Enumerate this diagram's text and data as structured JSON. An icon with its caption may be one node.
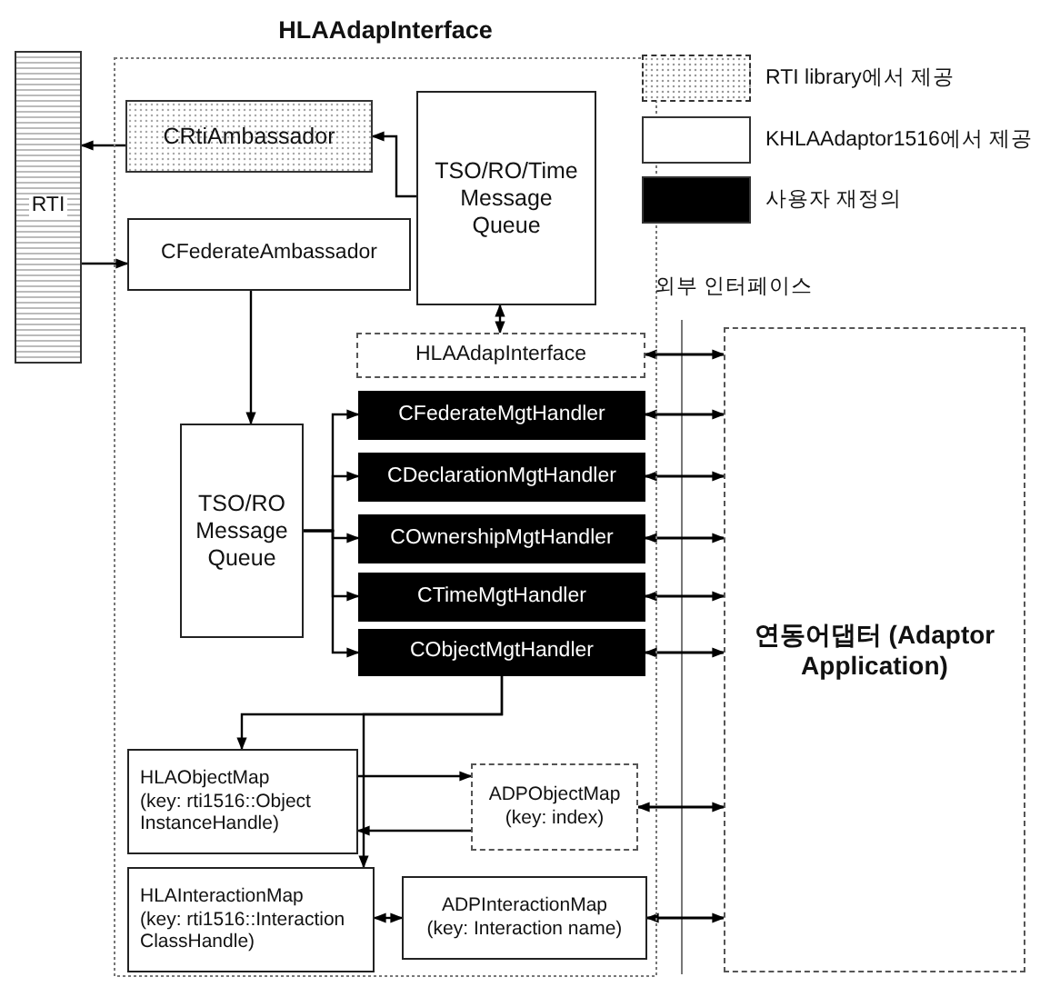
{
  "diagram": {
    "nodes": [
      {
        "text": [
          "HLAAdapInterface"
        ]
      },
      {
        "text": [
          "RTI"
        ]
      },
      {
        "text": [
          "CRtiAmbassador"
        ],
        "in": 0
      },
      {
        "text": [
          "TSO/RO/Time Message Queue"
        ],
        "in": 0
      },
      {
        "text": [
          "CFederateAmbassador"
        ],
        "in": 0
      },
      {
        "text": [
          "HLAAdapInterface"
        ],
        "in": 0
      },
      {
        "text": [
          "TSO/RO Message Queue"
        ],
        "in": 0
      },
      {
        "text": [
          "CFederateMgtHandler"
        ],
        "in": 0
      },
      {
        "text": [
          "CDeclarationMgtHandler"
        ],
        "in": 0
      },
      {
        "text": [
          "COwnershipMgtHandler"
        ],
        "in": 0
      },
      {
        "text": [
          "CTimeMgtHandler"
        ],
        "in": 0
      },
      {
        "text": [
          "CObjectMgtHandler"
        ],
        "in": 0
      },
      {
        "text": [
          "HLAObjectMap",
          "(key: rti1516::Object InstanceHandle)"
        ],
        "in": 0
      },
      {
        "text": [
          "ADPObjectMap",
          "(key: index)"
        ],
        "in": 0
      },
      {
        "text": [
          "HLAInteractionMap",
          "(key: rti1516::Interaction ClassHandle)"
        ],
        "in": 0
      },
      {
        "text": [
          "ADPInteractionMap",
          "(key: Interaction name)"
        ],
        "in": 0
      },
      {
        "text": [
          "연동어댑터 (Adaptor Application)"
        ]
      }
    ],
    "edges": [
      {
        "from": 2,
        "to": 1,
        "arrow": "to"
      },
      {
        "from": 3,
        "to": 2,
        "arrow": "to"
      },
      {
        "from": 1,
        "to": 4,
        "arrow": "to"
      },
      {
        "from": 3,
        "to": 5,
        "arrow": "both"
      },
      {
        "from": 4,
        "to": 6,
        "arrow": "to"
      },
      {
        "from": 6,
        "to": 7,
        "arrow": "to"
      },
      {
        "from": 6,
        "to": 8,
        "arrow": "to"
      },
      {
        "from": 6,
        "to": 9,
        "arrow": "to"
      },
      {
        "from": 6,
        "to": 10,
        "arrow": "to"
      },
      {
        "from": 6,
        "to": 11,
        "arrow": "to"
      },
      {
        "from": 11,
        "to": 12,
        "arrow": "to"
      },
      {
        "from": 11,
        "to": 14,
        "arrow": "to"
      },
      {
        "from": 12,
        "to": 13,
        "arrow": "to"
      },
      {
        "from": 13,
        "to": 12,
        "arrow": "to"
      },
      {
        "from": 14,
        "to": 15,
        "arrow": "both"
      },
      {
        "from": 16,
        "to": 5,
        "arrow": "both"
      },
      {
        "from": 16,
        "to": 7,
        "arrow": "both"
      },
      {
        "from": 16,
        "to": 8,
        "arrow": "both"
      },
      {
        "from": 16,
        "to": 9,
        "arrow": "both"
      },
      {
        "from": 16,
        "to": 10,
        "arrow": "both"
      },
      {
        "from": 16,
        "to": 11,
        "arrow": "both"
      },
      {
        "from": 16,
        "to": 13,
        "arrow": "both"
      },
      {
        "from": 16,
        "to": 15,
        "arrow": "both"
      }
    ],
    "labels": [
      "외부 인터페이스"
    ],
    "legend": [
      {
        "text": "RTI library에서 제공"
      },
      {
        "text": "KHLAAdaptor1516에서 제공",
        "color": "#ffffff"
      },
      {
        "text": "사용자 재정의",
        "color": "#000000"
      }
    ]
  }
}
